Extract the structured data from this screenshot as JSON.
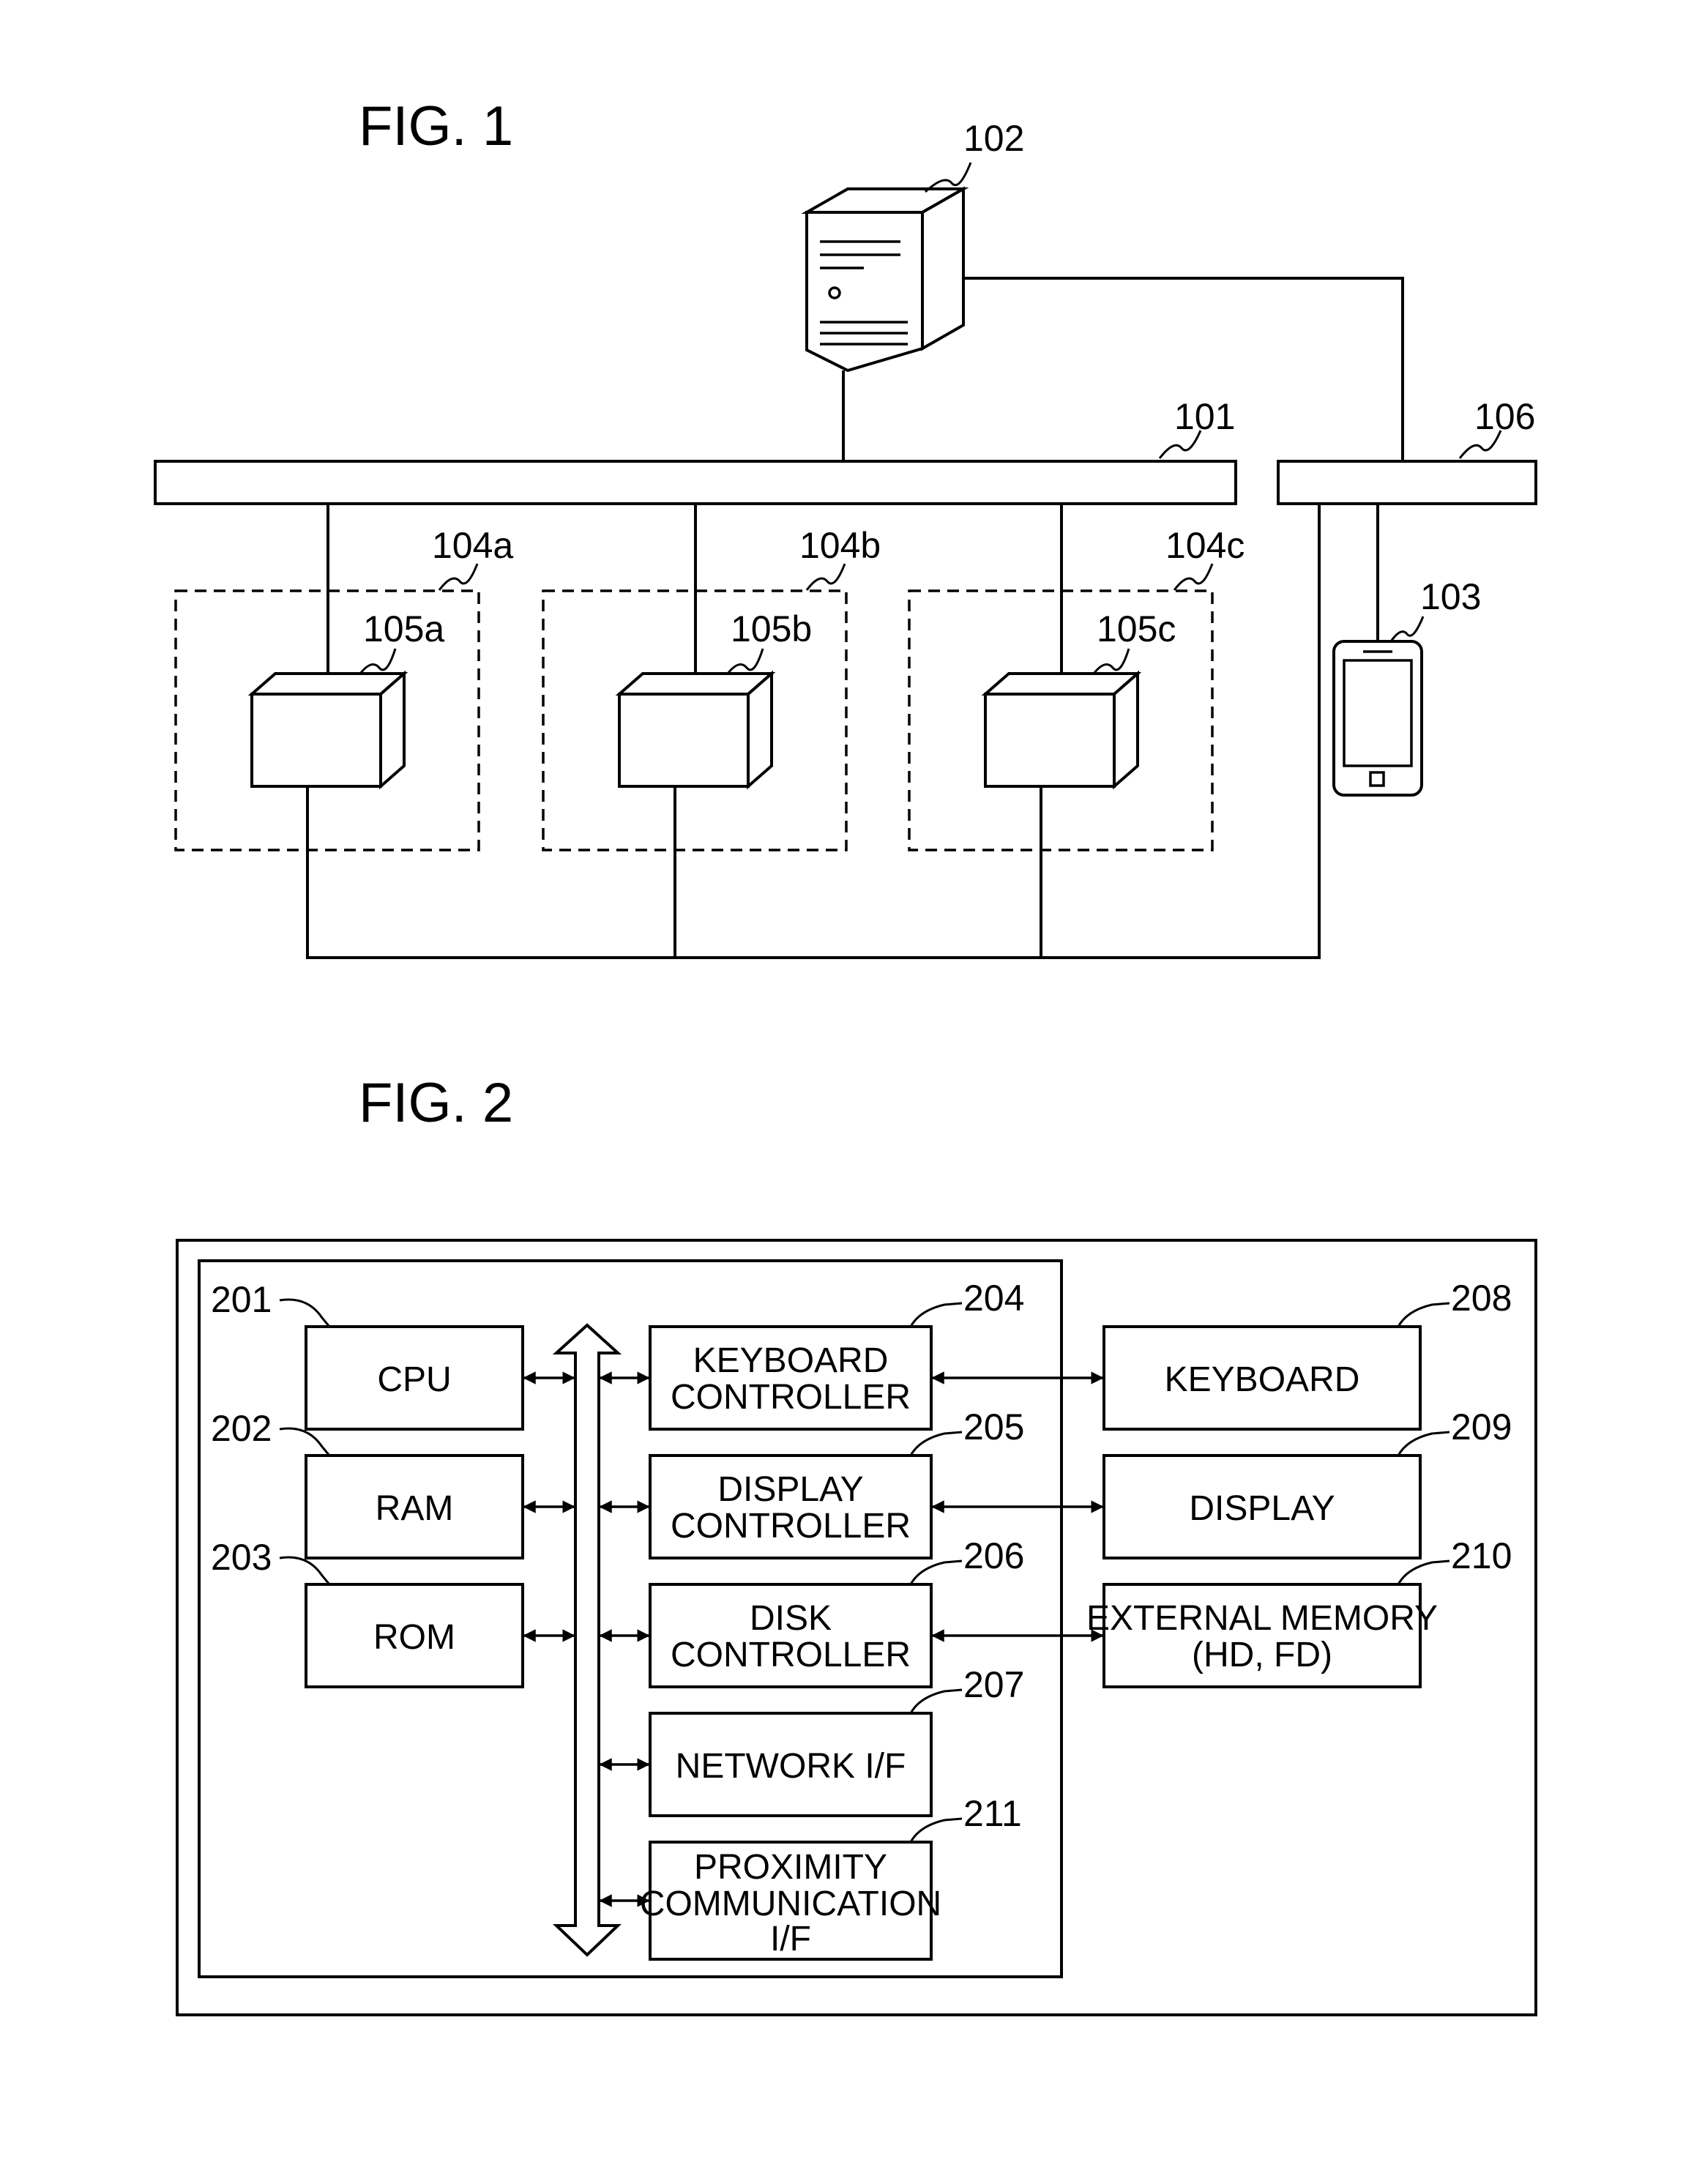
{
  "fig1": {
    "title": "FIG. 1",
    "refs": {
      "server": "102",
      "network_a": "101",
      "network_b": "106",
      "mobile": "103",
      "area_a": "104a",
      "area_b": "104b",
      "area_c": "104c",
      "device_a": "105a",
      "device_b": "105b",
      "device_c": "105c"
    }
  },
  "fig2": {
    "title": "FIG. 2",
    "blocks": {
      "cpu": {
        "ref": "201",
        "lines": [
          "CPU"
        ]
      },
      "ram": {
        "ref": "202",
        "lines": [
          "RAM"
        ]
      },
      "rom": {
        "ref": "203",
        "lines": [
          "ROM"
        ]
      },
      "kbc": {
        "ref": "204",
        "lines": [
          "KEYBOARD",
          "CONTROLLER"
        ]
      },
      "dpc": {
        "ref": "205",
        "lines": [
          "DISPLAY",
          "CONTROLLER"
        ]
      },
      "dkc": {
        "ref": "206",
        "lines": [
          "DISK",
          "CONTROLLER"
        ]
      },
      "nif": {
        "ref": "207",
        "lines": [
          "NETWORK I/F"
        ]
      },
      "kbd": {
        "ref": "208",
        "lines": [
          "KEYBOARD"
        ]
      },
      "dsp": {
        "ref": "209",
        "lines": [
          "DISPLAY"
        ]
      },
      "ext": {
        "ref": "210",
        "lines": [
          "EXTERNAL MEMORY",
          "(HD, FD)"
        ]
      },
      "pcif": {
        "ref": "211",
        "lines": [
          "PROXIMITY",
          "COMMUNICATION",
          "I/F"
        ]
      }
    }
  }
}
